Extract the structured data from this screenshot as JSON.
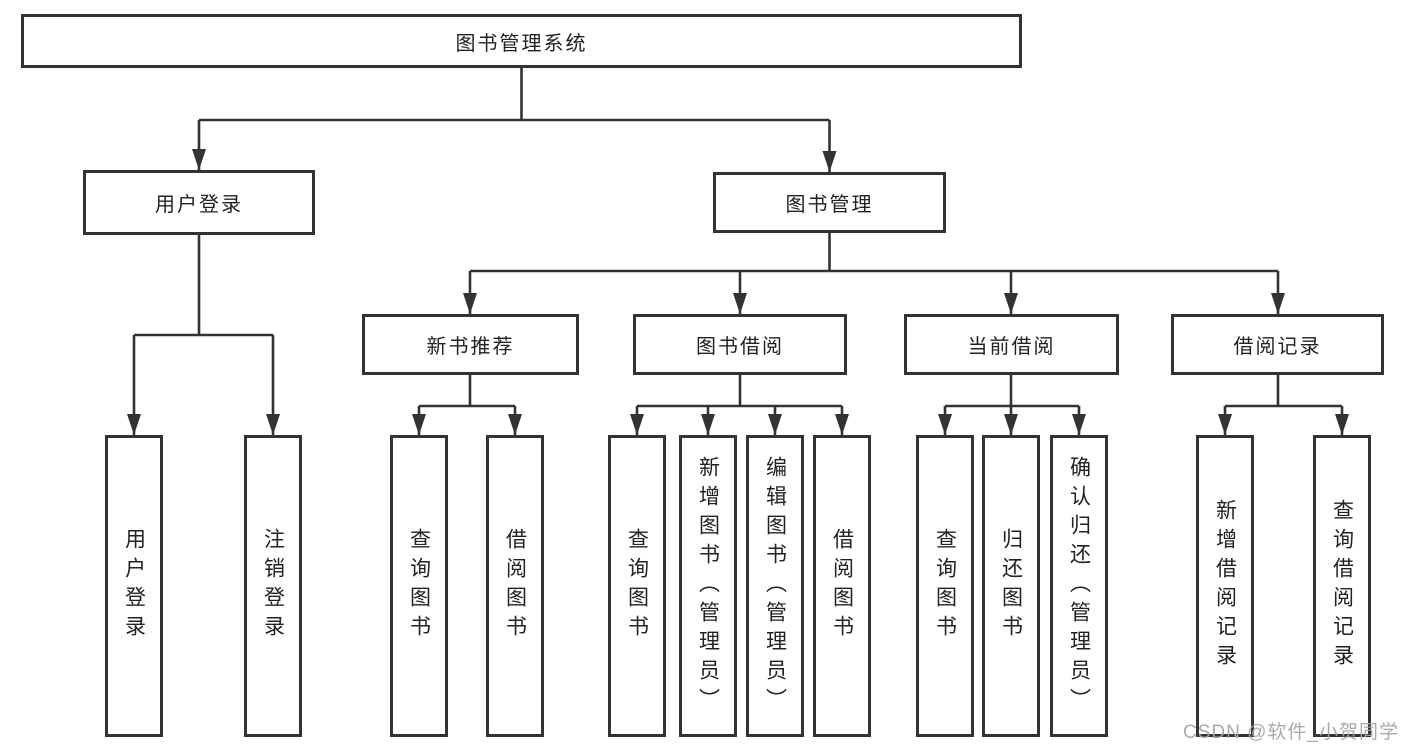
{
  "diagram": {
    "root": {
      "label": "图书管理系统"
    },
    "branches": [
      {
        "label": "用户登录",
        "children": [
          "用户登录",
          "注销登录"
        ]
      },
      {
        "label": "图书管理",
        "groups": [
          {
            "label": "新书推荐",
            "children": [
              "查询图书",
              "借阅图书"
            ]
          },
          {
            "label": "图书借阅",
            "children": [
              "查询图书",
              "新增图书（管理员）",
              "编辑图书（管理员）",
              "借阅图书"
            ]
          },
          {
            "label": "当前借阅",
            "children": [
              "查询图书",
              "归还图书",
              "确认归还（管理员）"
            ]
          },
          {
            "label": "借阅记录",
            "children": [
              "新增借阅记录",
              "查询借阅记录"
            ]
          }
        ]
      }
    ]
  },
  "watermark": {
    "text": "CSDN @软件_小贺同学"
  },
  "colors": {
    "line": "#333333",
    "text": "#222222",
    "watermark": "#a5a5aa",
    "background": "#ffffff"
  }
}
